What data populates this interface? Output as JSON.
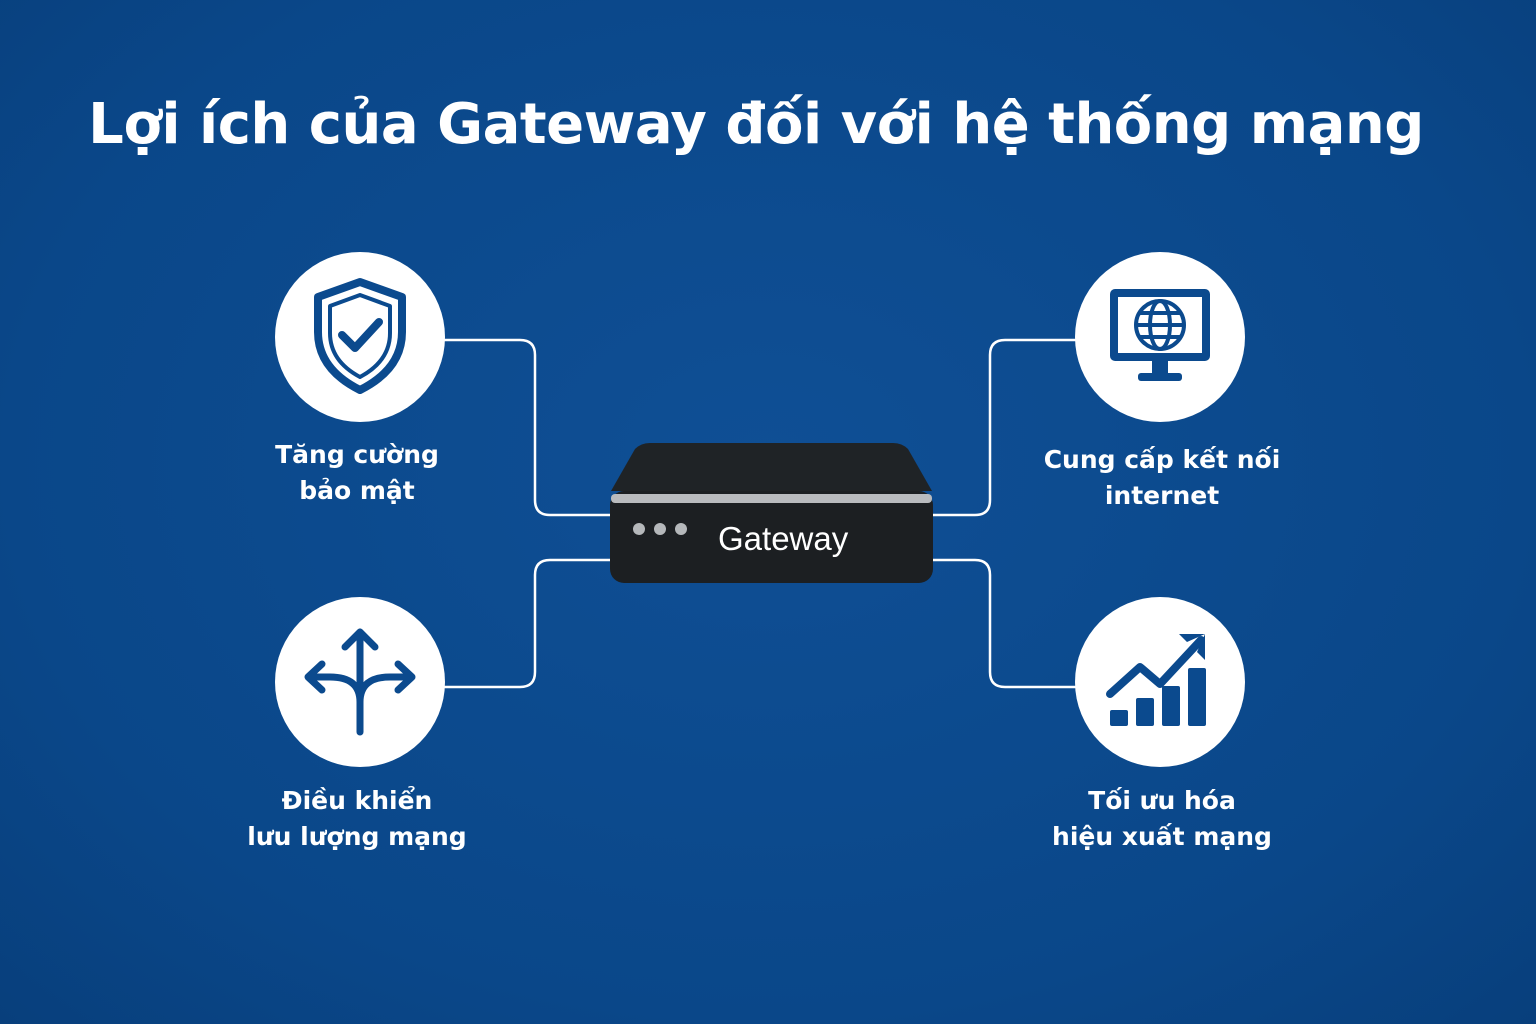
{
  "title": "Lợi ích của Gateway đối với hệ thống mạng",
  "gateway": {
    "label": "Gateway",
    "icon": "router-icon"
  },
  "benefits": [
    {
      "line1": "Tăng cường",
      "line2": "bảo mật",
      "icon": "shield-check-icon"
    },
    {
      "line1": "Điều khiển",
      "line2": "lưu lượng mạng",
      "icon": "split-arrows-icon"
    },
    {
      "line1": "Cung cấp kết nối",
      "line2": "internet",
      "icon": "monitor-globe-icon"
    },
    {
      "line1": "Tối ưu hóa",
      "line2": "hiệu xuất mạng",
      "icon": "growth-chart-icon"
    }
  ],
  "colors": {
    "background": "#0b4a8e",
    "icon": "#0b4a8e",
    "device": "#1c1f22"
  }
}
